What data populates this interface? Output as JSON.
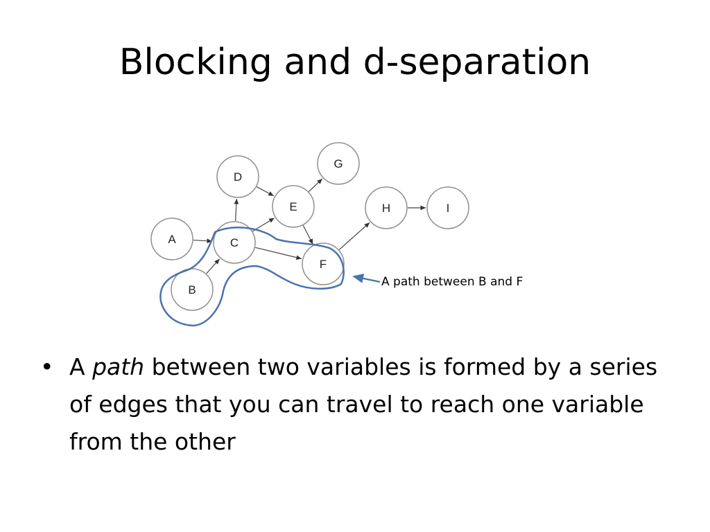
{
  "slide": {
    "title": "Blocking and d-separation"
  },
  "diagram": {
    "nodes": [
      {
        "id": "A",
        "label": "A"
      },
      {
        "id": "B",
        "label": "B"
      },
      {
        "id": "C",
        "label": "C"
      },
      {
        "id": "D",
        "label": "D"
      },
      {
        "id": "E",
        "label": "E"
      },
      {
        "id": "F",
        "label": "F"
      },
      {
        "id": "G",
        "label": "G"
      },
      {
        "id": "H",
        "label": "H"
      },
      {
        "id": "I",
        "label": "I"
      }
    ],
    "edges": [
      {
        "from": "A",
        "to": "C"
      },
      {
        "from": "B",
        "to": "C"
      },
      {
        "from": "C",
        "to": "D"
      },
      {
        "from": "C",
        "to": "E"
      },
      {
        "from": "C",
        "to": "F"
      },
      {
        "from": "D",
        "to": "E"
      },
      {
        "from": "E",
        "to": "G"
      },
      {
        "from": "E",
        "to": "F"
      },
      {
        "from": "F",
        "to": "H"
      },
      {
        "from": "H",
        "to": "I"
      }
    ],
    "highlight_color": "#4a72b0",
    "annotation": "A path between B and F"
  },
  "bullets": [
    {
      "before": "A ",
      "emphasis": "path",
      "after": " between two variables is formed by a series of edges that you can travel to reach one variable from the other"
    }
  ]
}
